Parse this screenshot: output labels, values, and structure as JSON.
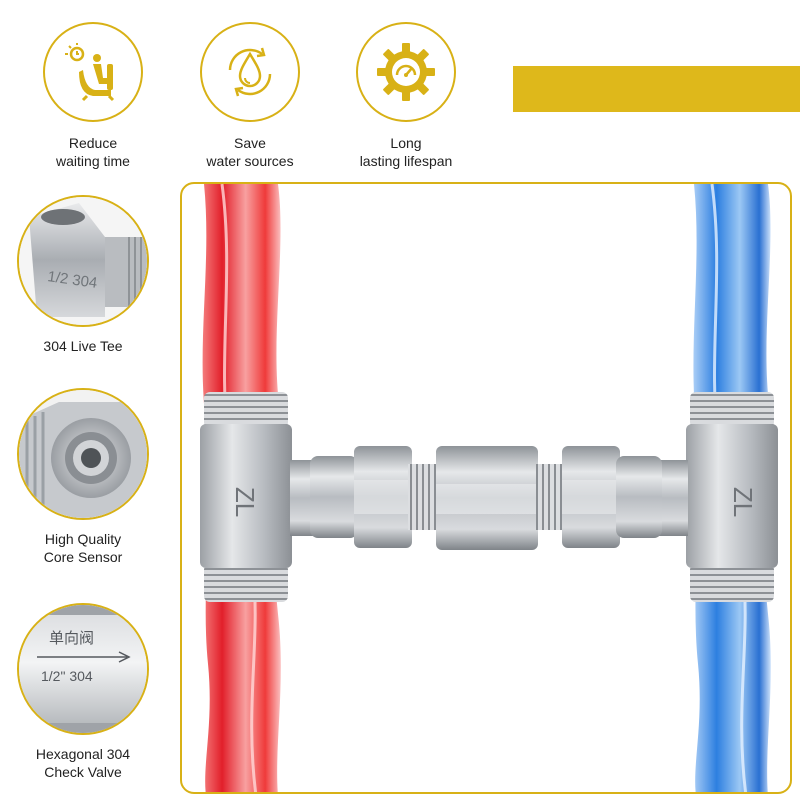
{
  "features": [
    {
      "label_line1": "Reduce",
      "label_line2": "waiting time",
      "icon": "person-in-chair-icon"
    },
    {
      "label_line1": "Save",
      "label_line2": "water sources",
      "icon": "water-drop-cycle-icon"
    },
    {
      "label_line1": "Long",
      "label_line2": "lasting lifespan",
      "icon": "gear-gauge-icon"
    }
  ],
  "details": [
    {
      "label_line1": "304 Live Tee",
      "label_line2": "",
      "engraving": "1/2 304"
    },
    {
      "label_line1": "High Quality",
      "label_line2": "Core Sensor"
    },
    {
      "label_line1": "Hexagonal 304",
      "label_line2": "Check Valve",
      "engraving_top": "单向阀",
      "engraving_bottom": "1/2\"  304"
    }
  ],
  "product": {
    "tee_marking": "ZL"
  },
  "colors": {
    "accent": "#deb81b",
    "ring": "#d8b116",
    "hot_water": "#ee3b3b",
    "cold_water": "#3d8fe8",
    "steel": "#bfc3c8"
  }
}
